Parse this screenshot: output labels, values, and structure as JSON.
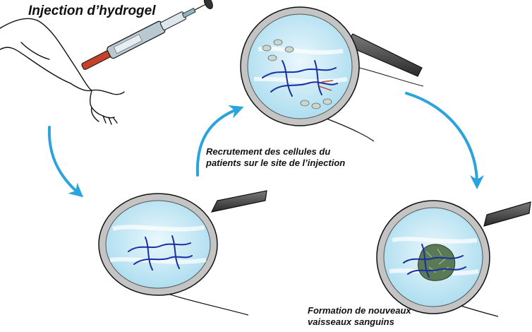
{
  "title": "Injection d’hydrogel",
  "captions": {
    "recruitment": [
      "Recrutement des cellules du",
      "patients sur le site de l’injection"
    ],
    "formation": [
      "Formation de nouveaux",
      "vaisseaux sanguins"
    ]
  },
  "colors": {
    "arrow": "#2ba3dc",
    "lens_water": "#bfe6f4",
    "vessels": "#1a2fa0",
    "cells": "#c9d8c8",
    "hydrogel": "#5a7a55",
    "syringe": "#b9c9d2",
    "injected_fluid": "#c4412a"
  },
  "icons": [
    "arm-icon",
    "syringe-icon",
    "magnifier-icon",
    "blood-vessel-icon",
    "cell-icon",
    "curved-arrow-icon"
  ]
}
